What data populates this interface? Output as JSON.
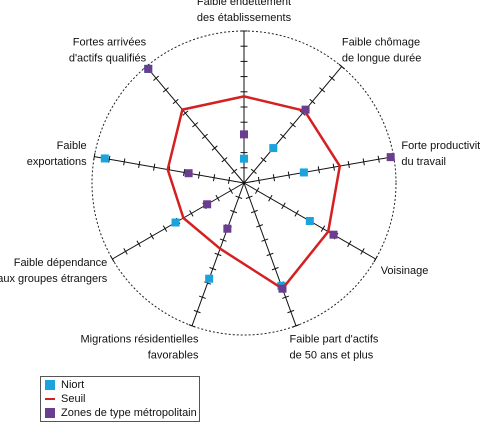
{
  "chart_data": {
    "type": "radar",
    "axes": [
      [
        "Faible endettement",
        "des établissements"
      ],
      [
        "Faible chômage",
        "de longue durée"
      ],
      [
        "Forte productivité",
        "du travail"
      ],
      [
        "Voisinage"
      ],
      [
        "Faible part d'actifs",
        "de 50 ans et plus"
      ],
      [
        "Migrations résidentielles",
        "favorables"
      ],
      [
        "Faible dépendance",
        "aux groupes étrangers"
      ],
      [
        "Faible",
        "exportations"
      ],
      [
        "Fortes arrivées",
        "d'actifs qualifiés"
      ]
    ],
    "range": [
      0,
      1
    ],
    "ticks": 10,
    "series": [
      {
        "name": "Niort",
        "kind": "markers",
        "color": "#1aa3dc",
        "values": [
          0.16,
          0.3,
          0.4,
          0.5,
          0.72,
          0.67,
          0.52,
          0.93,
          0.98
        ]
      },
      {
        "name": "Seuil",
        "kind": "line",
        "color": "#d42020",
        "values": [
          0.57,
          0.62,
          0.64,
          0.64,
          0.74,
          0.46,
          0.46,
          0.51,
          0.63
        ]
      },
      {
        "name": "Zones de type métropolitain",
        "kind": "markers",
        "color": "#6a3d8f",
        "values": [
          0.32,
          0.63,
          0.98,
          0.68,
          0.74,
          0.32,
          0.28,
          0.37,
          0.98
        ]
      }
    ]
  }
}
